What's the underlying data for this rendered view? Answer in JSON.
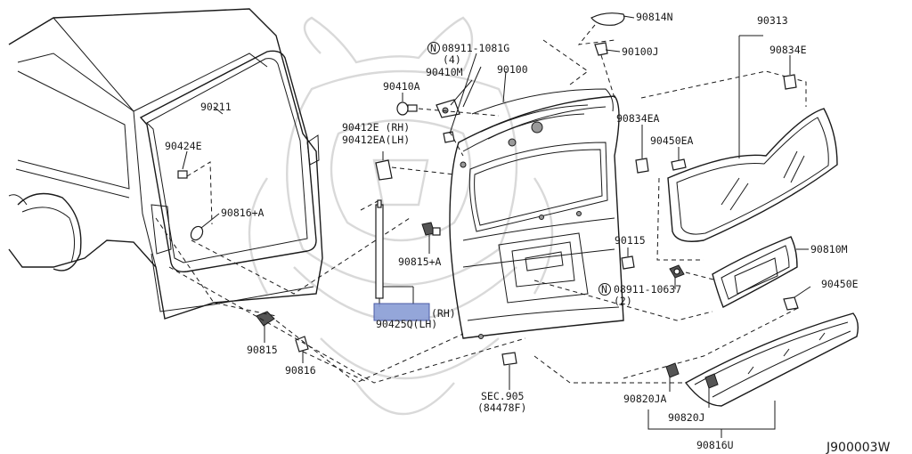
{
  "diagram_code": "J900003W",
  "highlight_color": "#8c9fd6",
  "labels": {
    "p90211": "90211",
    "p90424E": "90424E",
    "p90816A": "90816+A",
    "p90815": "90815",
    "p90816": "90816",
    "p08911_1081G": "08911-1081G",
    "p08911_1081G_qty": "(4)",
    "p90410M": "90410M",
    "p90410A": "90410A",
    "p90100": "90100",
    "p90412E_rh": "90412E (RH)",
    "p90412EA_lh": "90412EA(LH)",
    "p90425_rh": "(RH)",
    "p90425_lh": "90425Q(LH)",
    "p90815A": "90815+A",
    "p90814N": "90814N",
    "p90100J": "90100J",
    "p90313": "90313",
    "p90834E": "90834E",
    "p90834EA": "90834EA",
    "p90450EA": "90450EA",
    "p90115": "90115",
    "p90810M": "90810M",
    "p08911_10637": "08911-10637",
    "p08911_10637_qty": "(2)",
    "p90450E": "90450E",
    "pSEC905": "SEC.905",
    "p84478F": "(84478F)",
    "p90820JA": "90820JA",
    "p90820J": "90820J",
    "p90816U": "90816U",
    "n_mark": "N"
  }
}
